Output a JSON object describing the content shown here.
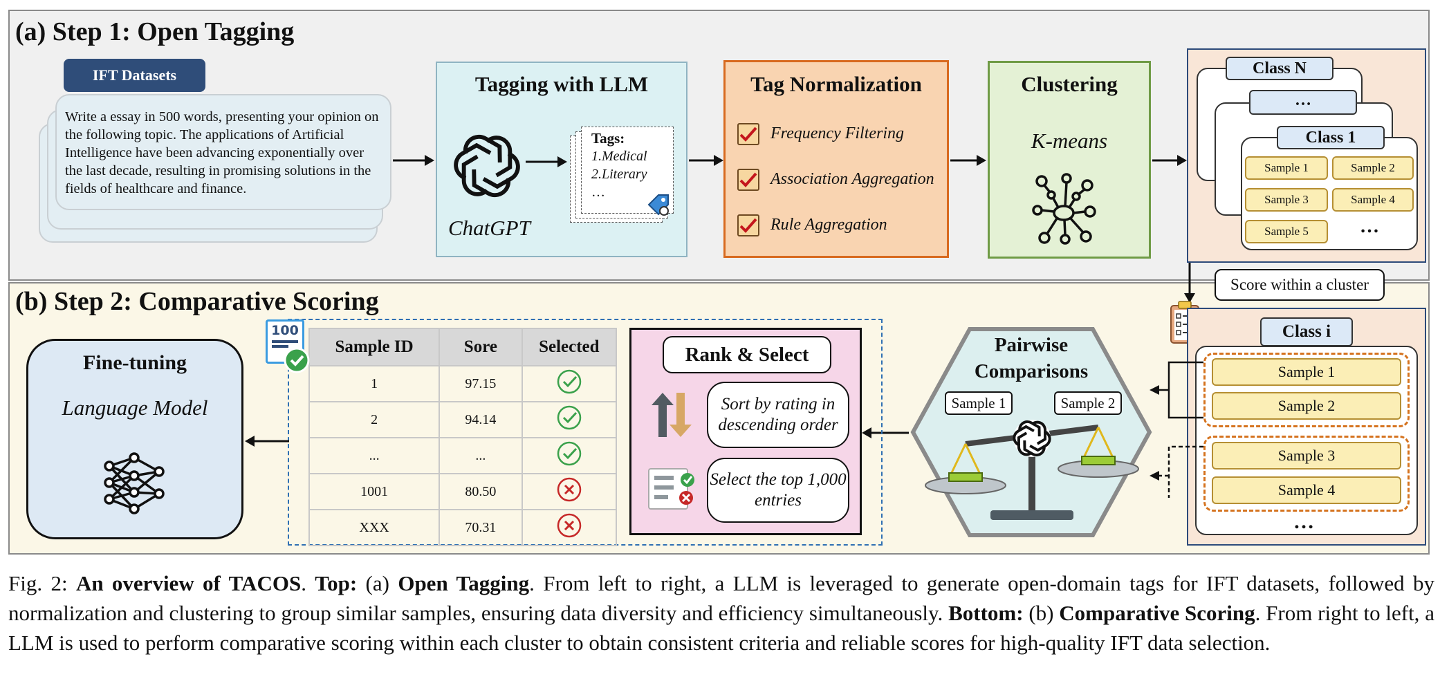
{
  "step1": {
    "title": "(a) Step 1: Open Tagging",
    "datasets_label": "IFT Datasets",
    "sample_text": "Write a essay in 500 words, presenting your opinion on the following topic. The applications of Artificial Intelligence have been advancing exponentially over the last decade, resulting in promising solutions in the fields of healthcare and finance.",
    "tagging_title": "Tagging with LLM",
    "chatgpt_label": "ChatGPT",
    "tags_header": "Tags:",
    "tags": [
      "1.Medical",
      "2.Literary",
      "…"
    ],
    "normalization_title": "Tag Normalization",
    "normalization_items": [
      "Frequency Filtering",
      "Association Aggregation",
      "Rule Aggregation"
    ],
    "clustering_title": "Clustering",
    "clustering_method": "K-means",
    "class_n": "Class N",
    "class_mid": "…",
    "class_1": "Class 1",
    "class1_samples": [
      "Sample 1",
      "Sample 2",
      "Sample 3",
      "Sample 4",
      "Sample 5"
    ],
    "class1_more": "…"
  },
  "step2": {
    "title": "(b) Step 2: Comparative Scoring",
    "score_within": "Score within a cluster",
    "class_i": "Class i",
    "class_i_samples": [
      "Sample 1",
      "Sample 2",
      "Sample 3",
      "Sample 4"
    ],
    "class_i_more": "…",
    "pairwise_title_1": "Pairwise",
    "pairwise_title_2": "Comparisons",
    "pair_left": "Sample 1",
    "pair_right": "Sample 2",
    "rank_title": "Rank & Select",
    "sort_text": "Sort by rating in descending order",
    "select_text": "Select the top 1,000 entries",
    "table_headers": [
      "Sample ID",
      "Sore",
      "Selected"
    ],
    "table_rows": [
      {
        "id": "1",
        "score": "97.15",
        "selected": true
      },
      {
        "id": "2",
        "score": "94.14",
        "selected": true
      },
      {
        "id": "...",
        "score": "...",
        "selected": true
      },
      {
        "id": "1001",
        "score": "80.50",
        "selected": false
      },
      {
        "id": "XXX",
        "score": "70.31",
        "selected": false
      }
    ],
    "badge_number": "100",
    "finetune_title": "Fine-tuning",
    "finetune_subtitle": "Language Model"
  },
  "caption": {
    "fig_label": "Fig. 2: ",
    "bold1": "An overview of TACOS",
    "t1": ". ",
    "top_label": "Top:",
    "t2": " (a) ",
    "bold_open": "Open Tagging",
    "t3": ". From left to right, a LLM is leveraged to generate open-domain tags for IFT datasets, followed by normalization and clustering to group similar samples, ensuring data diversity and efficiency simultaneously. ",
    "bottom_label": "Bottom:",
    "t4": " (b) ",
    "bold_comp": "Comparative Scoring",
    "t5": ". From right to left, a LLM is used to perform comparative scoring within each cluster to obtain consistent criteria and reliable scores for high-quality IFT data selection."
  },
  "colors": {
    "tagging_bg": "#dcf1f3",
    "normalization_bg": "#f9d4b1",
    "normalization_border": "#d86a1f",
    "clustering_bg": "#e4f1d5",
    "clustering_border": "#6f9b45",
    "cluster_panel_bg": "#f9e6d7",
    "cluster_panel_border": "#2c4a7a",
    "datasets_label_bg": "#2f4d79",
    "rank_bg": "#f6d6e8",
    "pairwise_bg": "#dcefef",
    "finetune_bg": "#dde9f4",
    "check_green": "#3aa14b",
    "cross_red": "#c62828",
    "dashed_blue": "#2e6fb3",
    "dashed_orange": "#d5731f"
  }
}
